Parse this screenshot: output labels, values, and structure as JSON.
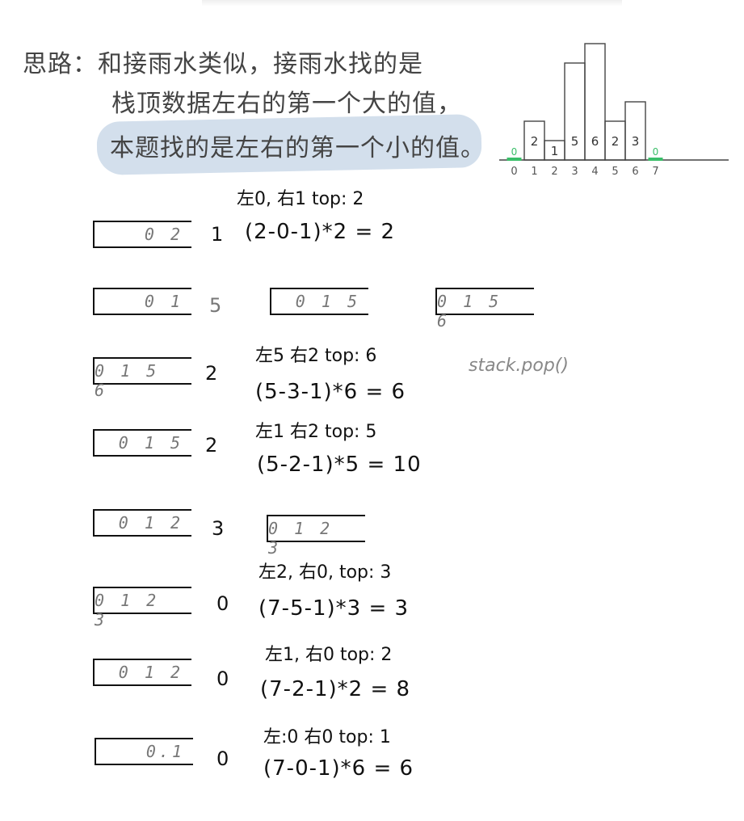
{
  "intro": {
    "line1": "思路：和接雨水类似，接雨水找的是",
    "line2": "栈顶数据左右的第一个大的值，",
    "line3": "本题找的是左右的第一个小的值。"
  },
  "histogram": {
    "heights": [
      0,
      2,
      1,
      5,
      6,
      2,
      3,
      0
    ],
    "bar_labels": [
      "0",
      "2",
      "1",
      "5",
      "6",
      "2",
      "3",
      "0"
    ],
    "index_labels": [
      "0",
      "1",
      "2",
      "3",
      "4",
      "5",
      "6",
      "7"
    ],
    "sentinel_color": "#3bbf6a"
  },
  "steps": [
    {
      "stack": "0 2",
      "current": "1",
      "note": "左0, 右1  top: 2",
      "formula": "(2-0-1)*2 = 2"
    },
    {
      "stack": "0 1",
      "current": "5",
      "extra_stacks": [
        "0 1 5",
        "0 1 5 6"
      ]
    },
    {
      "stack": "0 1 5 6",
      "current": "2",
      "note": "左5  右2  top: 6",
      "formula": "(5-3-1)*6 = 6"
    },
    {
      "stack": "0 1 5",
      "current": "2",
      "note": "左1  右2  top: 5",
      "formula": "(5-2-1)*5 = 10"
    },
    {
      "stack": "0 1 2",
      "current": "3",
      "extra_stacks": [
        "0 1 2 3"
      ]
    },
    {
      "stack": "0 1 2 3",
      "current": "0",
      "note": "左2, 右0,  top: 3",
      "formula": "(7-5-1)*3 = 3"
    },
    {
      "stack": "0 1 2",
      "current": "0",
      "note": "左1, 右0  top: 2",
      "formula": "(7-2-1)*2 = 8"
    },
    {
      "stack": "0.1",
      "current": "0",
      "note": "左:0  右0   top: 1",
      "formula": "(7-0-1)*6 = 6"
    }
  ],
  "pop_note": "stack.pop()"
}
